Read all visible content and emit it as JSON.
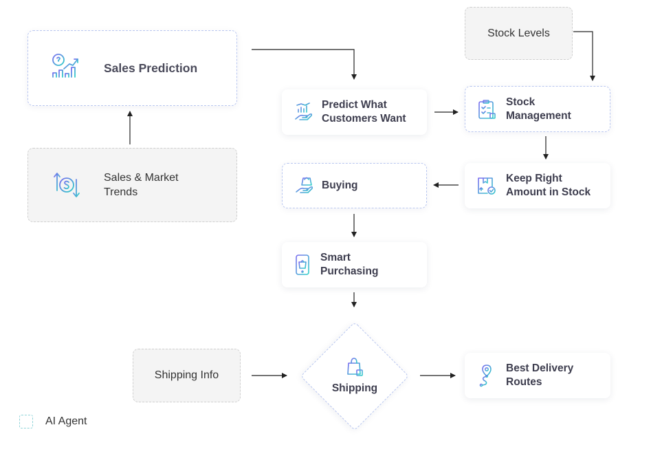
{
  "colors": {
    "agent_border": "#b8c6f0",
    "agent_border_accent": "#8fe0c0",
    "data_bg": "#f4f4f4",
    "arrow": "#222222",
    "icon_gradient_start": "#7a6cf0",
    "icon_gradient_end": "#2fd0c8"
  },
  "nodes": {
    "sales_prediction": {
      "label": "Sales Prediction",
      "icon": "chart-growth-icon",
      "type": "agent"
    },
    "sales_trends": {
      "label": "Sales & Market\nTrends",
      "icon": "dollar-exchange-icon",
      "type": "data"
    },
    "predict": {
      "label": "Predict What\nCustomers Want",
      "icon": "hand-chart-icon",
      "type": "process"
    },
    "stock_levels": {
      "label": "Stock Levels",
      "type": "data"
    },
    "stock_management": {
      "label": "Stock\nManagement",
      "icon": "clipboard-checklist-icon",
      "type": "agent"
    },
    "keep_right": {
      "label": "Keep Right\nAmount in Stock",
      "icon": "box-check-icon",
      "type": "process"
    },
    "buying": {
      "label": "Buying",
      "icon": "hand-bag-icon",
      "type": "agent"
    },
    "smart_purchasing": {
      "label": "Smart\nPurchasing",
      "icon": "phone-bag-icon",
      "type": "process"
    },
    "shipping_info": {
      "label": "Shipping Info",
      "type": "data"
    },
    "shipping": {
      "label": "Shipping",
      "icon": "shopping-bag-icon",
      "type": "agent"
    },
    "best_routes": {
      "label": "Best Delivery\nRoutes",
      "icon": "route-pin-icon",
      "type": "process"
    }
  },
  "legend": {
    "label": "AI Agent"
  }
}
